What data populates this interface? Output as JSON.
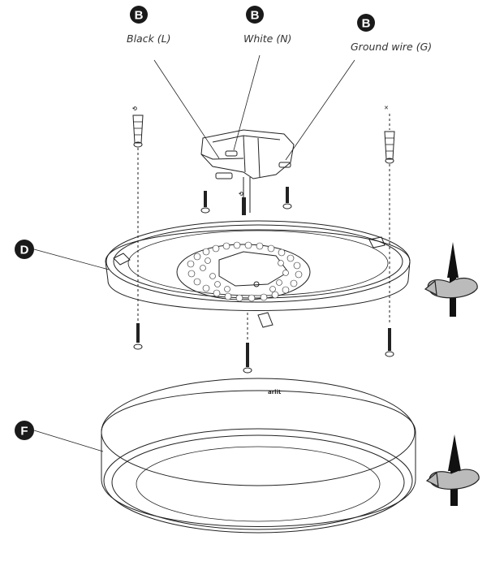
{
  "callouts": {
    "b_black": {
      "letter": "B",
      "label": "Black (L)"
    },
    "b_white": {
      "letter": "B",
      "label": "White (N)"
    },
    "b_ground": {
      "letter": "B",
      "label": "Ground wire (G)"
    },
    "d_plate": {
      "letter": "D"
    },
    "f_cover": {
      "letter": "F"
    }
  },
  "brand_mark": "arlit"
}
